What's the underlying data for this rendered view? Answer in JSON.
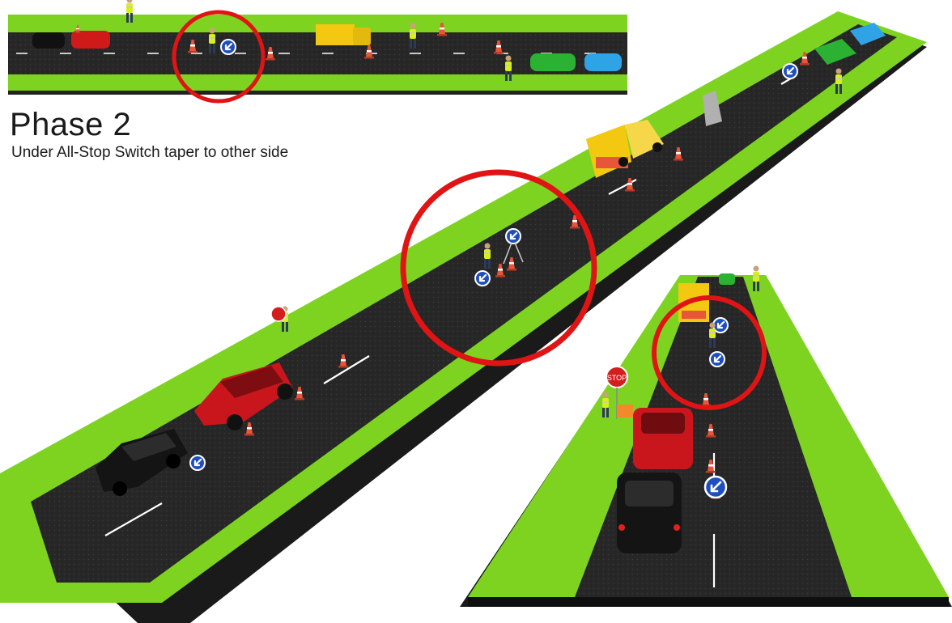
{
  "title": "Phase 2",
  "subtitle": "Under All-Stop Switch taper to other side",
  "signs": {
    "stop": "STOP"
  },
  "colors": {
    "grass": "#7ed321",
    "road": "#262626",
    "highlight": "#e01414",
    "sign_blue": "#1f4fbf",
    "cone": "#e8553a",
    "truck": "#f2c811"
  },
  "icons": [
    "keep-left-arrow-icon",
    "stop-sign-icon",
    "traffic-cone-icon"
  ]
}
